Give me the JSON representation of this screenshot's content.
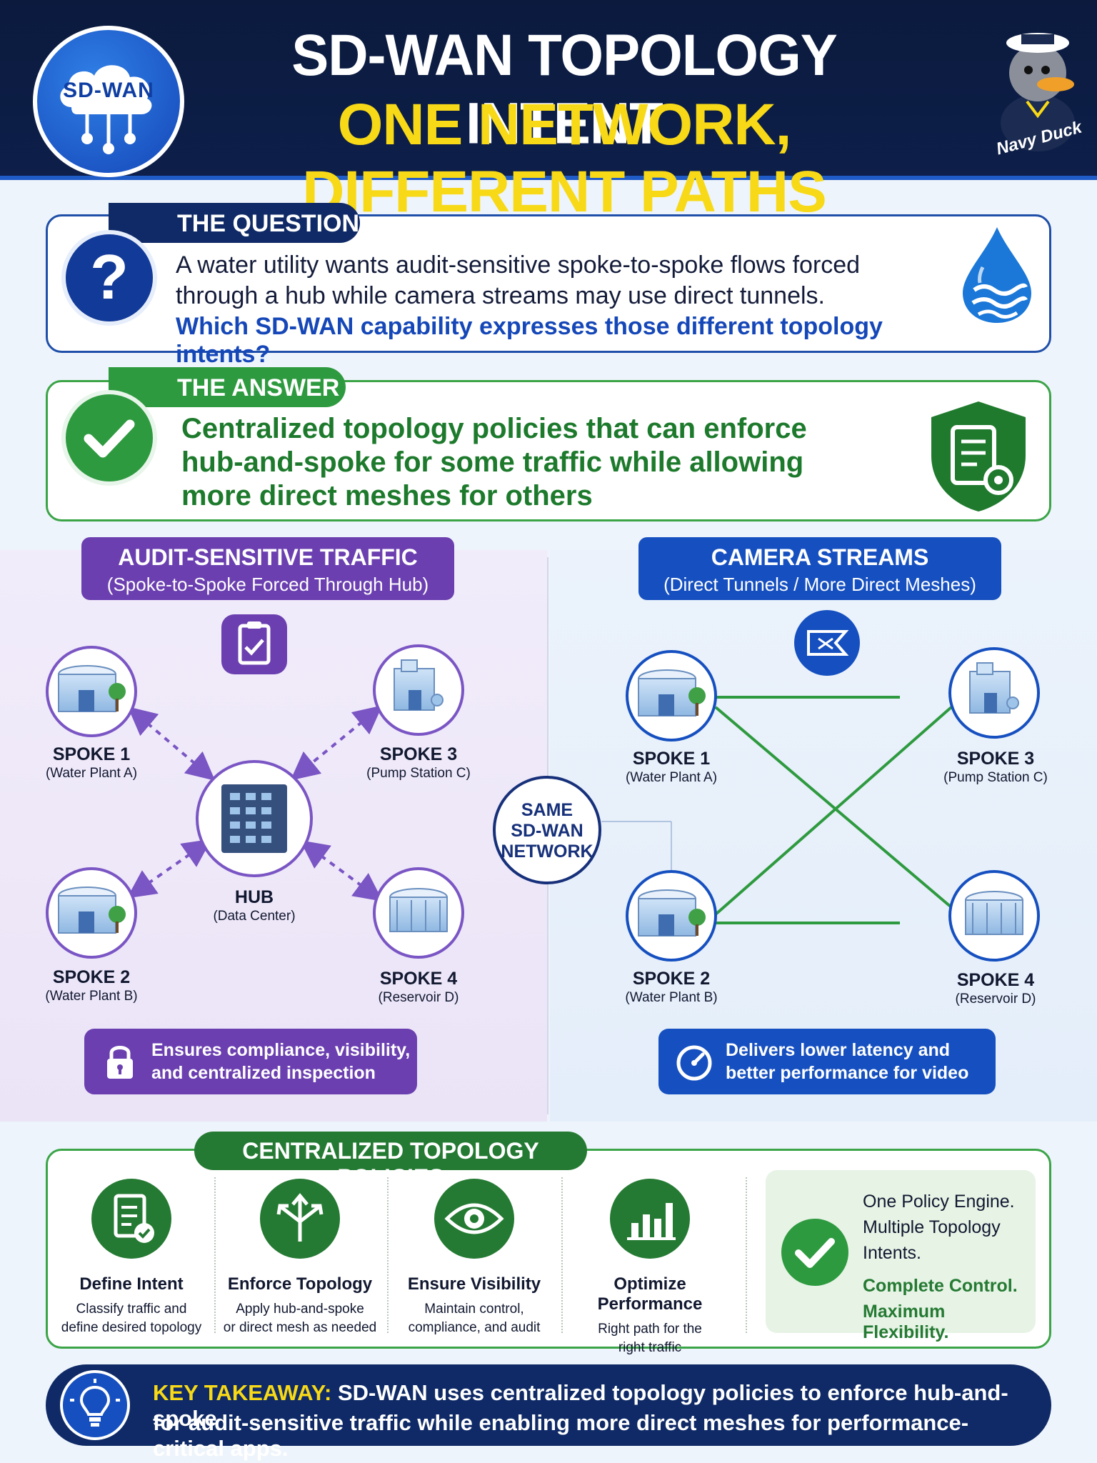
{
  "header": {
    "logo_text": "SD-WAN",
    "title": "SD-WAN TOPOLOGY INTENT",
    "subtitle": "ONE NETWORK, DIFFERENT PATHS",
    "mascot_label": "Navy Duck"
  },
  "question": {
    "label": "THE QUESTION",
    "icon_glyph": "?",
    "line1": "A water utility wants audit-sensitive spoke-to-spoke flows forced",
    "line2": "through a hub while camera streams may use direct tunnels.",
    "line3": "Which SD-WAN capability expresses those different topology intents?"
  },
  "answer": {
    "label": "THE ANSWER",
    "line1": "Centralized topology policies that can enforce",
    "line2": "hub-and-spoke for some traffic while allowing",
    "line3": "more direct meshes for others"
  },
  "left_panel": {
    "title": "AUDIT-SENSITIVE TRAFFIC",
    "subtitle": "(Spoke-to-Spoke Forced Through Hub)",
    "hub": {
      "label": "HUB",
      "sub": "(Data Center)"
    },
    "spokes": [
      {
        "label": "SPOKE 1",
        "sub": "(Water Plant A)"
      },
      {
        "label": "SPOKE 2",
        "sub": "(Water Plant B)"
      },
      {
        "label": "SPOKE 3",
        "sub": "(Pump Station C)"
      },
      {
        "label": "SPOKE 4",
        "sub": "(Reservoir D)"
      }
    ],
    "benefit_line1": "Ensures compliance, visibility,",
    "benefit_line2": "and centralized inspection"
  },
  "center": {
    "line1": "SAME",
    "line2": "SD-WAN",
    "line3": "NETWORK"
  },
  "right_panel": {
    "title": "CAMERA STREAMS",
    "subtitle": "(Direct Tunnels / More Direct Meshes)",
    "spokes": [
      {
        "label": "SPOKE 1",
        "sub": "(Water Plant A)"
      },
      {
        "label": "SPOKE 2",
        "sub": "(Water Plant B)"
      },
      {
        "label": "SPOKE 3",
        "sub": "(Pump Station C)"
      },
      {
        "label": "SPOKE 4",
        "sub": "(Reservoir D)"
      }
    ],
    "benefit_line1": "Delivers lower latency and",
    "benefit_line2": "better performance for video"
  },
  "policies": {
    "title": "CENTRALIZED TOPOLOGY POLICIES",
    "items": [
      {
        "title": "Define Intent",
        "desc1": "Classify traffic and",
        "desc2": "define desired topology",
        "icon": "checklist-icon"
      },
      {
        "title": "Enforce Topology",
        "desc1": "Apply hub-and-spoke",
        "desc2": "or direct mesh as needed",
        "icon": "branching-arrows-icon"
      },
      {
        "title": "Ensure Visibility",
        "desc1": "Maintain control,",
        "desc2": "compliance, and audit",
        "icon": "eye-icon"
      },
      {
        "title": "Optimize Performance",
        "desc1": "Right path for the",
        "desc2": "right traffic",
        "icon": "bar-chart-icon"
      }
    ],
    "summary": {
      "line1": "One Policy Engine.",
      "line2": "Multiple Topology",
      "line3": "Intents.",
      "line4": "Complete Control.",
      "line5": "Maximum Flexibility."
    }
  },
  "takeaway": {
    "label": "KEY TAKEAWAY:",
    "line1_rest": " SD-WAN uses centralized topology policies to enforce hub-and-spoke",
    "line2": "for audit-sensitive traffic while enabling more direct meshes for performance-critical apps."
  },
  "colors": {
    "navy": "#0f2a66",
    "yellow": "#f7d917",
    "purple": "#6b3fb0",
    "blue": "#1650c0",
    "green": "#2e9a3f"
  }
}
